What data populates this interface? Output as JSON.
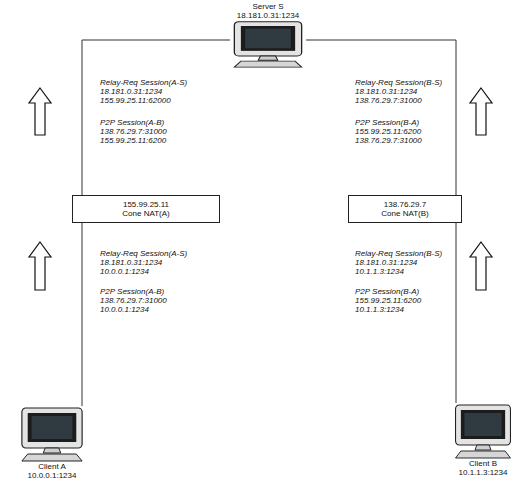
{
  "diagram": {
    "nodes": [
      {
        "text": [
          "Server S",
          "18.181.0.31:1234"
        ]
      },
      {
        "text": [
          "155.99.25.11",
          "Cone NAT(A)"
        ]
      },
      {
        "text": [
          "138.76.29.7",
          "Cone NAT(B)"
        ]
      },
      {
        "text": [
          "Client A",
          "10.0.0.1:1234"
        ]
      },
      {
        "text": [
          "Client B",
          "10.1.1.3:1234"
        ]
      }
    ],
    "edges": [
      {
        "from": 0,
        "to": 1,
        "arrow": "none"
      },
      {
        "from": 0,
        "to": 2,
        "arrow": "none"
      },
      {
        "from": 1,
        "to": 3,
        "arrow": "none"
      },
      {
        "from": 2,
        "to": 4,
        "arrow": "none"
      }
    ],
    "labels": [
      "Relay-Req Session(A-S)",
      "18.181.0.31:1234",
      "155.99.25.11:62000",
      "P2P Session(A-B)",
      "138.76.29.7:31000",
      "155.99.25.11:6200",
      "Relay-Req Session(B-S)",
      "18.181.0.31:1234",
      "138.76.29.7:31000",
      "P2P Session(B-A)",
      "155.99.25.11:6200",
      "138.76.29.7:31000",
      "Relay-Req Session(A-S)",
      "18.181.0.31:1234",
      "10.0.0.1:1234",
      "P2P Session(A-B)",
      "138.76.29.7:31000",
      "10.0.0.1:1234",
      "Relay-Req Session(B-S)",
      "18.181.0.31:1234",
      "10.1.1.3:1234",
      "P2P Session(B-A)",
      "155.99.25.11:6200",
      "10.1.1.3:1234"
    ]
  }
}
